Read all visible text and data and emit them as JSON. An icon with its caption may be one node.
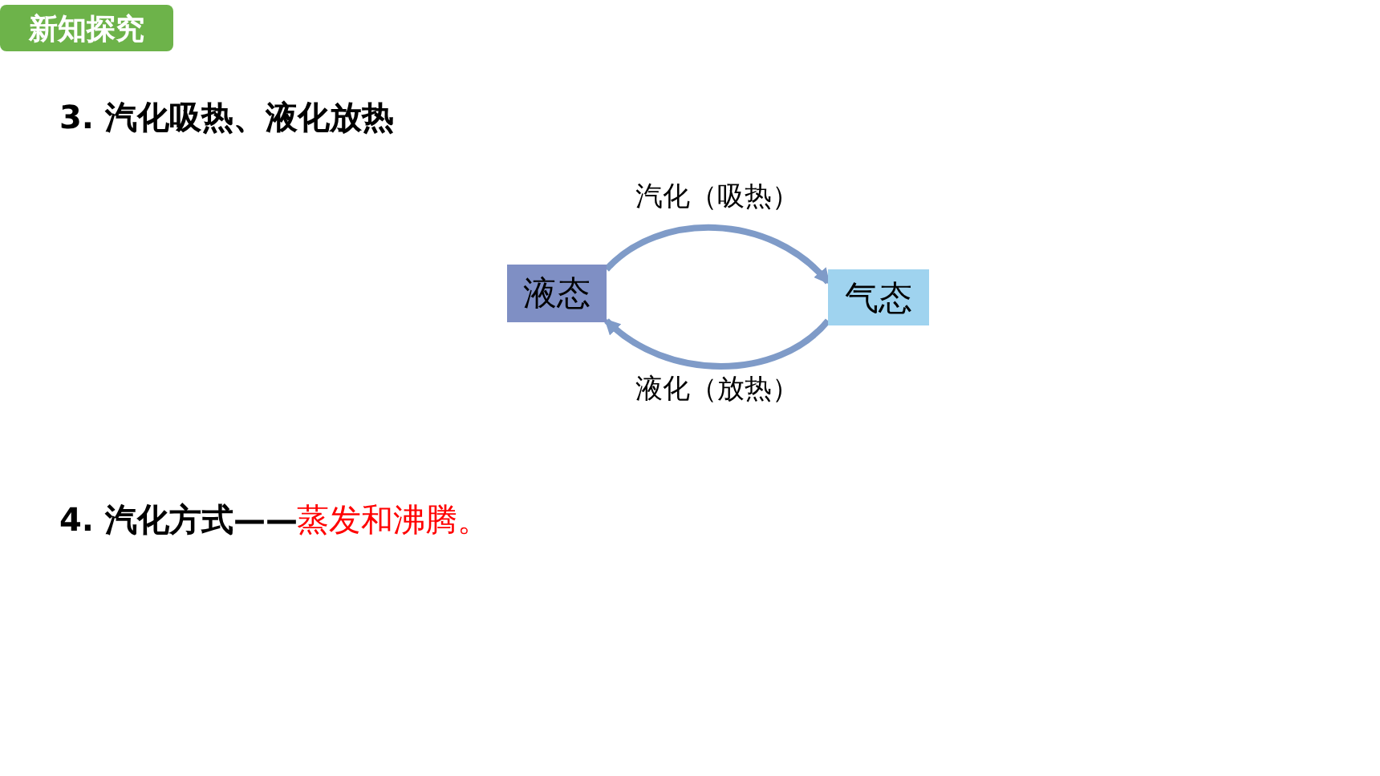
{
  "diagram": {
    "nodes": [
      {
        "text": [
          "新知探究"
        ]
      },
      {
        "text": [
          "液态"
        ]
      },
      {
        "text": [
          "气态"
        ]
      }
    ],
    "edges": [
      {
        "from": 1,
        "to": 2,
        "arrow": "to",
        "label": "汽化（吸热）"
      },
      {
        "from": 2,
        "to": 1,
        "arrow": "to",
        "label": "液化（放热）"
      }
    ],
    "labels": [
      "3. 汽化吸热、液化放热",
      "4. 汽化方式——",
      "蒸发和沸腾。"
    ]
  }
}
